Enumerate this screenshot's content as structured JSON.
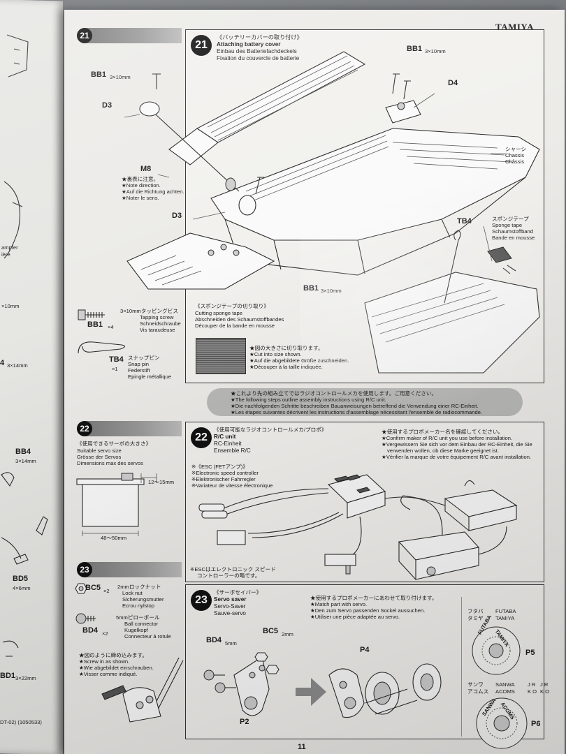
{
  "brand": "TAMIYA",
  "page_number": "11",
  "left_page": {
    "part_labels": [
      "BB4",
      "3×14mm",
      "BD5",
      "4×6mm",
      "BD1",
      "3×22mm"
    ],
    "fragments": [
      "ampfer",
      "ière",
      "×10mm",
      "4",
      "3×14mm"
    ],
    "footer": "DT-02) (1050533)"
  },
  "step21": {
    "number": "21",
    "title_lines": [
      "《バッテリーカバーの取り付け》",
      "Attaching battery cover",
      "Einbau des Batteriefachdeckels",
      "Fixation du couvercle de batterie"
    ],
    "labels": {
      "bb1_a": "BB1",
      "bb1_a_size": "3×10mm",
      "bb1_b": "BB1",
      "bb1_b_size": "3×10mm",
      "bb1_c": "BB1",
      "bb1_c_size": "3×10mm",
      "d3_a": "D3",
      "d3_b": "D3",
      "d4": "D4",
      "m8": "M8",
      "tb4": "TB4"
    },
    "direction_note": [
      "★裏表に注意。",
      "★Note direction.",
      "★Auf die Richtung achten.",
      "★Noter le sens."
    ],
    "chassis": [
      "シャーシ",
      "Chassis",
      "Châssis"
    ],
    "sponge_tape": [
      "スポンジテープ",
      "Sponge tape",
      "Schaumstoffband",
      "Bande en mousse"
    ],
    "parts": {
      "bb1_name": "BB1",
      "bb1_qty": "×4",
      "bb1_desc": [
        "3×10mmタッピングビス",
        "Tapping screw",
        "Schneidschraube",
        "Vis taraudeuse"
      ],
      "tb4_name": "TB4",
      "tb4_qty": "×1",
      "tb4_desc": [
        "スナップピン",
        "Snap pin",
        "Federstift",
        "Epingle métallique"
      ]
    },
    "cutting": {
      "title_lines": [
        "《スポンジテープの切り取り》",
        "Cutting sponge tape",
        "Abschneiden des Schaumstoffbandes",
        "Découper de la bande en mousse"
      ],
      "note": [
        "★図の大きさに切り取ります。",
        "★Cut into size shown.",
        "★Auf die abgebildete Größe zuschneiden.",
        "★Découper à la taille indiquée."
      ]
    }
  },
  "notice": [
    "★これより先の組み立てではラジオコントロールメカを使用します。ご用意ください。",
    "★The following steps outline assembly instructions using R/C unit.",
    "★Die nachfolgenden Schritte beschreiben Bauanweisungen betreffend die Verwendung einer RC-Einheit.",
    "★Les étapes suivantes décrivent les instructions d'assemblage nécessitant l'ensemble de radiocommande."
  ],
  "step22": {
    "number": "22",
    "servo_size": {
      "title_lines": [
        "《使用できるサーボの大きさ》",
        "Suitable servo size",
        "Grösse der Servos",
        "Dimensions max des servos"
      ],
      "depth": "12〜15mm",
      "width": "48〜50mm"
    },
    "rc_title": [
      "《使用可能なラジオコントロールメカ/プロポ》",
      "R/C unit",
      "RC-Einheit",
      "Ensemble R/C"
    ],
    "confirm_note": [
      "★使用するプロポメーカー名を確認してください。",
      "★Confirm maker of R/C unit you use before installation.",
      "★Vergewissern Sie sich vor dem Einbau der RC-Einheit, die Sie",
      "verwenden wollen, ob diese Marke geeignet ist.",
      "★Vérifier la marque de votre équipement R/C avant installation."
    ],
    "esc": [
      "※《ESC (FETアンプ)》",
      "※Electronic speed controller",
      "※Elektronischer Fahrregler",
      "※Variateur de vitesse électronique"
    ],
    "esc_footnote": [
      "※ESCはエレクトロニック スピード",
      "コントローラーの略です。"
    ]
  },
  "step23": {
    "number": "23",
    "parts": {
      "bc5_name": "BC5",
      "bc5_qty": "×2",
      "bc5_desc": [
        "2mmロックナット",
        "Lock nut",
        "Sicherungsmutter",
        "Ecrou nylstop"
      ],
      "bd4_name": "BD4",
      "bd4_qty": "×2",
      "bd4_desc": [
        "5mmピローボール",
        "Ball connector",
        "Kugelkopf",
        "Connecteur à rotule"
      ]
    },
    "screw_note": [
      "★図のように締め込みます。",
      "★Screw in as shown.",
      "★Wie abgebildet einschrauben.",
      "★Visser comme indiqué."
    ],
    "title_lines": [
      "《サーボセイバー》",
      "Servo saver",
      "Servo-Saver",
      "Sauve-servo"
    ],
    "match_note": [
      "★使用するプロポメーカーにあわせて取り付けます。",
      "★Match part with servo.",
      "★Den zum Servo passenden Sockel aussuchen.",
      "★Utiliser une pièce adaptée au servo."
    ],
    "labels": {
      "bd4": "BD4",
      "bd4_size": "5mm",
      "bc5": "BC5",
      "bc5_size": "2mm",
      "p4": "P4",
      "p2": "P2",
      "p5": "P5",
      "p6": "P6"
    },
    "brands": {
      "futaba_jp": "フタバ",
      "tamiya_jp": "タミヤ",
      "futaba": "FUTABA",
      "tamiya": "TAMIYA",
      "sanwa_jp": "サンワ",
      "acoms_jp": "アコムス",
      "sanwa": "SANWA",
      "acoms": "ACOMS",
      "jr": "J R",
      "ko": "K O",
      "jr2": "J R",
      "ko2": "K O",
      "horn_futaba": "FUTABA",
      "horn_tamiya": "TAMIYA",
      "horn_sanwa": "SANWA",
      "horn_acoms": "ACOMS"
    }
  }
}
